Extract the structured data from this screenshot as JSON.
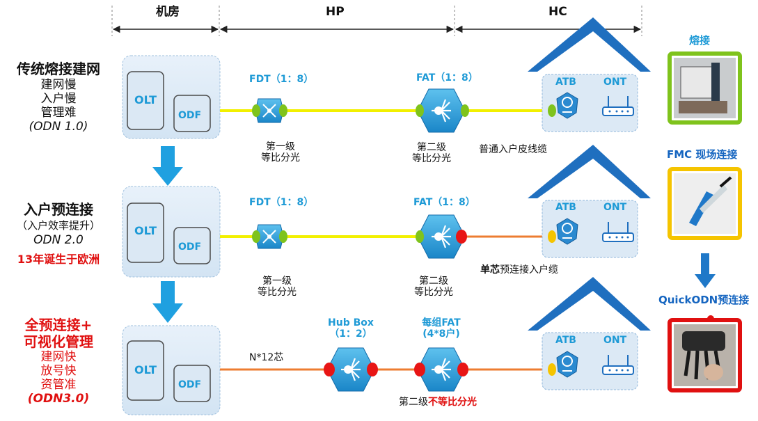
{
  "header": {
    "col1": "机房",
    "col2": "HP",
    "col3": "HC"
  },
  "rows": [
    {
      "left": {
        "line1": "传统熔接建网",
        "line2": "建网慢",
        "line3": "入户慢",
        "line4": "管理难",
        "line5": "(ODN 1.0)"
      },
      "olt": "OLT",
      "odf": "ODF",
      "splitter1": {
        "title": "FDT（1：8）",
        "sub1": "第一级",
        "sub2": "等比分光"
      },
      "splitter2": {
        "title": "FAT（1：8）",
        "sub1": "第二级",
        "sub2": "等比分光"
      },
      "drop": "普通入户皮线缆",
      "atb": "ATB",
      "ont": "ONT"
    },
    {
      "left": {
        "line1": "入户预连接",
        "line2": "（入户效率提升）",
        "line3": "ODN 2.0",
        "line4": "13年诞生于欧洲"
      },
      "olt": "OLT",
      "odf": "ODF",
      "splitter1": {
        "title": "FDT（1：8）",
        "sub1": "第一级",
        "sub2": "等比分光"
      },
      "splitter2": {
        "title": "FAT（1：8）",
        "sub1": "第二级",
        "sub2": "等比分光"
      },
      "drop_bold": "单芯",
      "drop_rest": "预连接入户缆",
      "atb": "ATB",
      "ont": "ONT"
    },
    {
      "left": {
        "line1": "全预连接+",
        "line2": "可视化管理",
        "line3": "建网快",
        "line4": "放号快",
        "line5": "资管准",
        "line6": "(ODN3.0)"
      },
      "olt": "OLT",
      "odf": "ODF",
      "feeder": "N*12芯",
      "splitter1": {
        "title": "Hub Box",
        "title2": "（1：2）"
      },
      "splitter2": {
        "title": "每组FAT",
        "title2": "(4*8户)",
        "note_normal": "第二级",
        "note_red": "不等比分光"
      },
      "atb": "ATB",
      "ont": "ONT"
    }
  ],
  "right": {
    "fusion": "熔接",
    "fmc": "FMC 现场连接",
    "quickodn": "QuickODN预连接"
  },
  "colors": {
    "blue": "#1e9ad6",
    "fiber_yellow": "#f2f000",
    "fiber_orange": "#ed7d31",
    "red": "#e01010",
    "connector_green": "#7fc31c"
  }
}
